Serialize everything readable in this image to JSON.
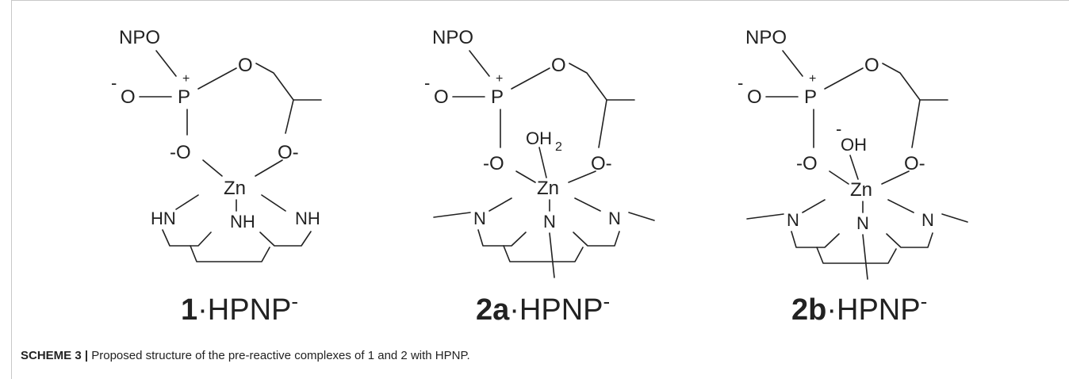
{
  "atoms": {
    "npo": "NPO",
    "o": "O",
    "o_minus": "-O",
    "o_minus_right": "O-",
    "p": "P",
    "plus": "+",
    "minus": "-",
    "zn": "Zn",
    "nh": "NH",
    "hn": "HN",
    "n": "N",
    "oh2": "OH",
    "h2_sub": "2",
    "oh": "OH"
  },
  "structures": [
    {
      "number": "1",
      "suffix": "·HPNP",
      "charge": "-"
    },
    {
      "number": "2a",
      "suffix": "·HPNP",
      "charge": "-"
    },
    {
      "number": "2b",
      "suffix": "·HPNP",
      "charge": "-"
    }
  ],
  "caption": {
    "label": "SCHEME 3 |",
    "text": " Proposed structure of the pre-reactive complexes of 1 and 2 with HPNP."
  }
}
